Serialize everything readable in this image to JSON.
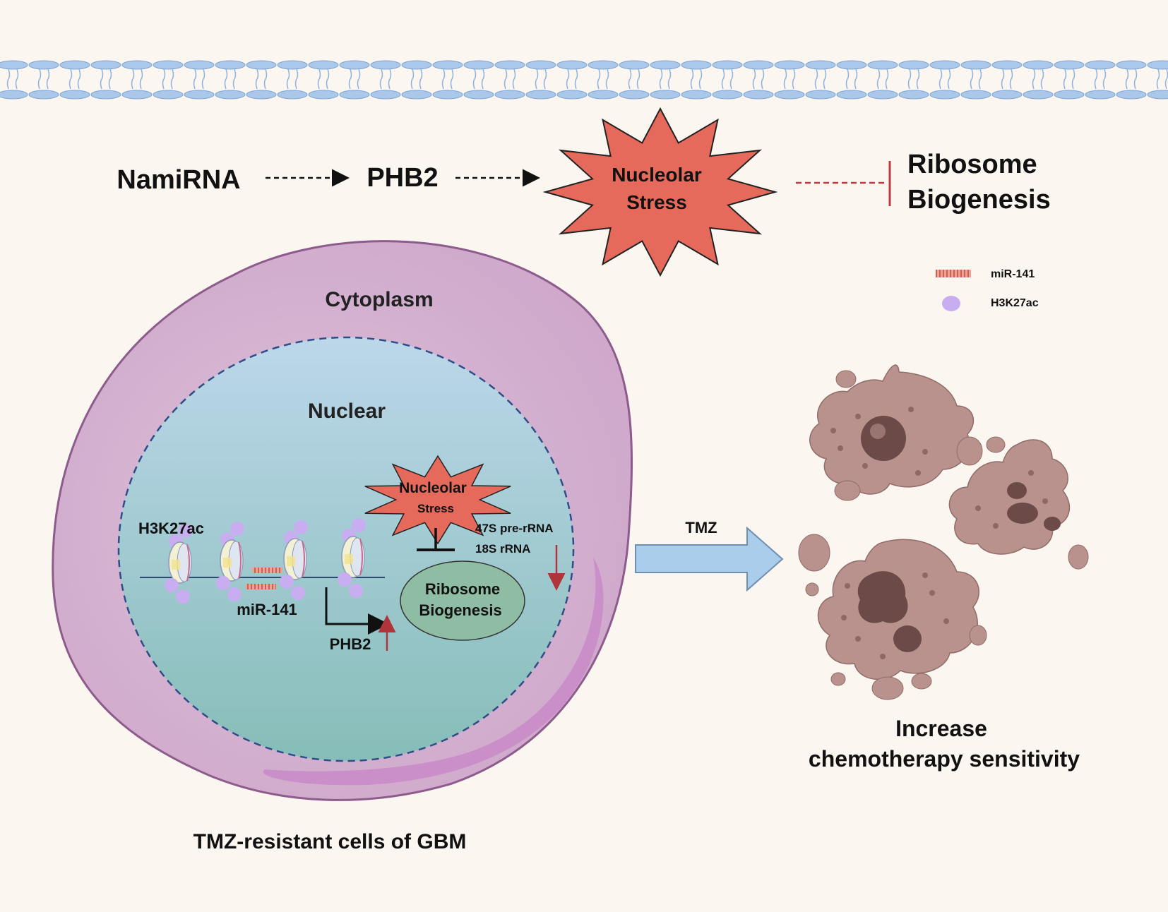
{
  "pathway": {
    "namirna": "NamiRNA",
    "phb2": "PHB2",
    "nucleolar_line1": "Nucleolar",
    "nucleolar_line2": "Stress",
    "ribosome_line1": "Ribosome",
    "ribosome_line2": "Biogenesis"
  },
  "legend": {
    "mir141": "miR-141",
    "h3k27ac": "H3K27ac"
  },
  "cell": {
    "cytoplasm": "Cytoplasm",
    "nuclear": "Nuclear",
    "h3k27ac": "H3K27ac",
    "mir141": "miR-141",
    "phb2": "PHB2",
    "stress_line1": "Nucleolar",
    "stress_line2": "Stress",
    "rrna_line1": "47S pre-rRNA",
    "rrna_line2": "18S rRNA",
    "ribo_line1": "Ribosome",
    "ribo_line2": "Biogenesis",
    "caption": "TMZ-resistant cells of GBM"
  },
  "treatment": {
    "tmz": "TMZ",
    "outcome_line1": "Increase",
    "outcome_line2": "chemotherapy sensitivity"
  },
  "colors": {
    "background": "#fcf6f1",
    "membrane": "#a9c8ea",
    "starburst": "#e56a5c",
    "inhibition": "#c0393d",
    "cytoplasm": "#d8b7d3",
    "nucleus": "#9fc4cf",
    "h3k27ac": "#c8aef0",
    "mir141": "#e07e70",
    "ribosome_oval": "#8fbda4",
    "dead_cells": "#b9928d"
  }
}
